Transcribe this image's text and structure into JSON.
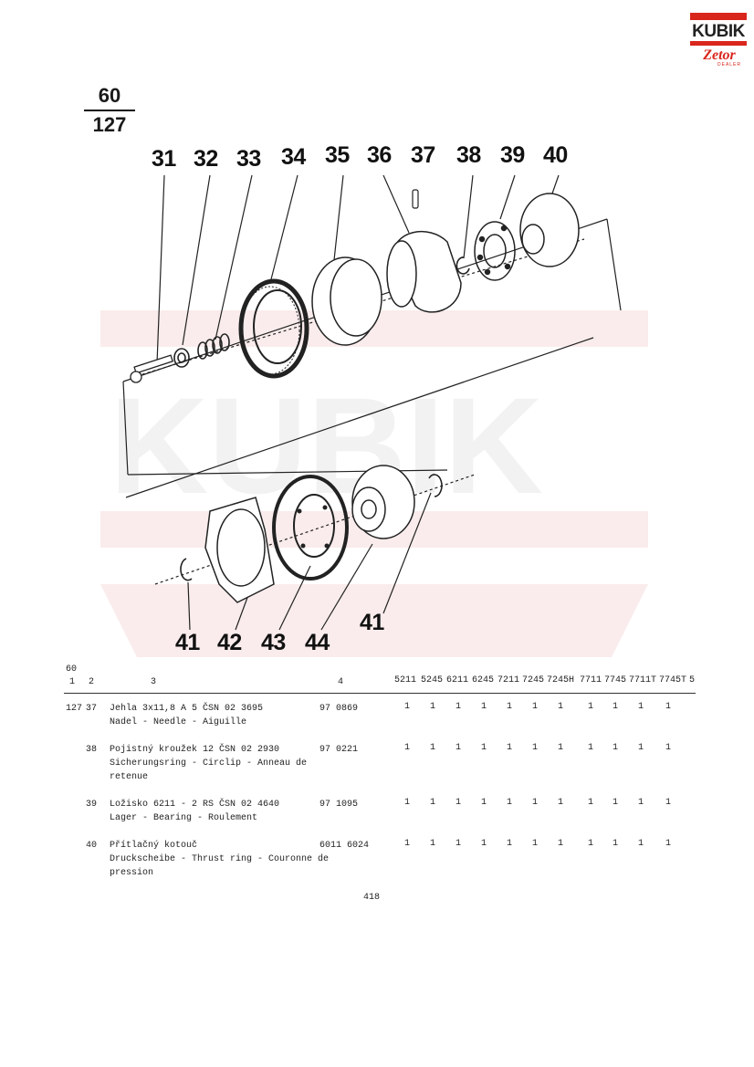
{
  "logo": {
    "brand": "KUBIK",
    "sub": "Zetor",
    "dealer": "DEALER"
  },
  "page_ref": {
    "top": "60",
    "bottom": "127"
  },
  "callouts": {
    "top": [
      "31",
      "32",
      "33",
      "34",
      "35",
      "36",
      "37",
      "38",
      "39",
      "40"
    ],
    "bottom": [
      "41",
      "42",
      "43",
      "44",
      "41"
    ]
  },
  "table": {
    "group_header": "60",
    "col_numbers": [
      "1",
      "2",
      "3",
      "4"
    ],
    "models": [
      "5211",
      "5245",
      "6211",
      "6245",
      "7211",
      "7245",
      "7245H",
      "7711",
      "7745",
      "7711T",
      "7745T",
      "5"
    ],
    "rows": [
      {
        "group": "127",
        "pos": "37",
        "desc": [
          "Jehla 3x11,8 A 5 ČSN 02 3695",
          "Nadel - Needle - Aiguille"
        ],
        "code": "97 0869",
        "qty": [
          "1",
          "1",
          "1",
          "1",
          "1",
          "1",
          "1",
          "1",
          "1",
          "1",
          "1"
        ]
      },
      {
        "group": "",
        "pos": "38",
        "desc": [
          "Pojistný kroužek 12 ČSN 02 2930",
          "Sicherungsring - Circlip - Anneau de",
          "retenue"
        ],
        "code": "97 0221",
        "qty": [
          "1",
          "1",
          "1",
          "1",
          "1",
          "1",
          "1",
          "1",
          "1",
          "1",
          "1"
        ]
      },
      {
        "group": "",
        "pos": "39",
        "desc": [
          "Ložisko 6211 - 2 RS ČSN 02 4640",
          "Lager - Bearing - Roulement"
        ],
        "code": "97 1095",
        "qty": [
          "1",
          "1",
          "1",
          "1",
          "1",
          "1",
          "1",
          "1",
          "1",
          "1",
          "1"
        ]
      },
      {
        "group": "",
        "pos": "40",
        "desc": [
          "Přítlačný kotouč",
          "Druckscheibe - Thrust ring - Couronne de",
          "pression"
        ],
        "code": "6011 6024",
        "qty": [
          "1",
          "1",
          "1",
          "1",
          "1",
          "1",
          "1",
          "1",
          "1",
          "1",
          "1"
        ]
      }
    ]
  },
  "footer": {
    "page_number": "418"
  }
}
